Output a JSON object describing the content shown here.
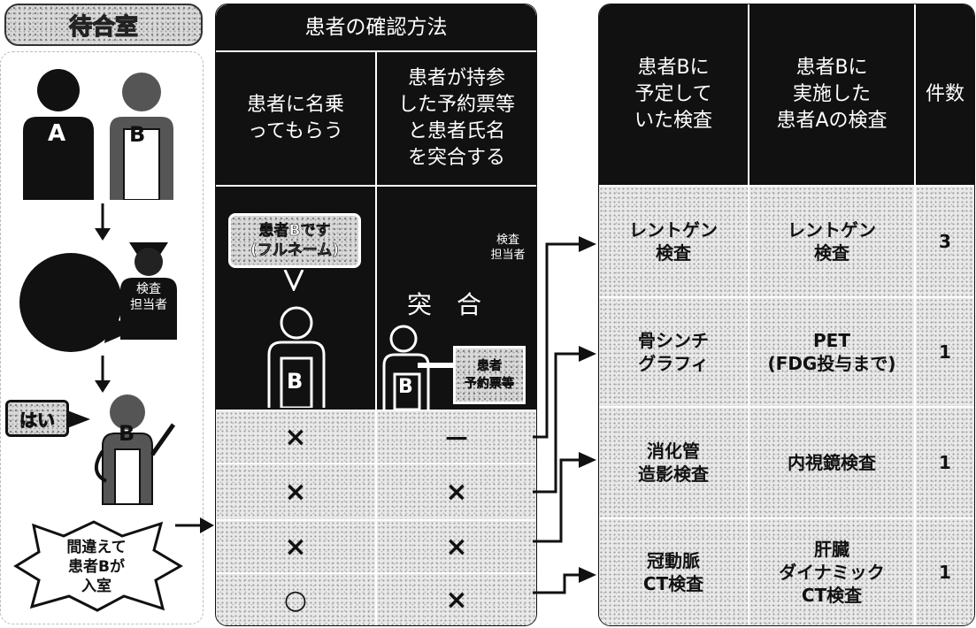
{
  "left": {
    "title": "待合室",
    "person_a": "A",
    "person_b": "B",
    "staff_label": "検査\n担当者",
    "reply": "はい",
    "burst": "間違えて\n患者Bが\n入室"
  },
  "middle": {
    "title": "患者の確認方法",
    "col1_header": "患者に名乗\nってもらう",
    "col2_header": "患者が持参\nした予約票等\nと患者氏名\nを突合する",
    "bubble": "患者Bです\n(フルネーム)",
    "staff_label": "検査\n担当者",
    "match_label": "突　合",
    "ticket": "患者\n予約票等",
    "rows": [
      {
        "col1": "×",
        "col2": "－"
      },
      {
        "col1": "×",
        "col2": "×"
      },
      {
        "col1": "×",
        "col2": "×"
      },
      {
        "col1": "○",
        "col2": "×"
      }
    ]
  },
  "right": {
    "headers": [
      "患者Bに\n予定して\nいた検査",
      "患者Bに\n実施した\n患者Aの検査",
      "件数"
    ],
    "rows": [
      {
        "planned": "レントゲン\n検査",
        "performed": "レントゲン\n検査",
        "count": "3"
      },
      {
        "planned": "骨シンチ\nグラフィ",
        "performed": "PET\n(FDG投与まで)",
        "count": "1"
      },
      {
        "planned": "消化管\n造影検査",
        "performed": "内視鏡検査",
        "count": "1"
      },
      {
        "planned": "冠動脈\nCT検査",
        "performed": "肝臓\nダイナミック\nCT検査",
        "count": "1"
      }
    ]
  }
}
